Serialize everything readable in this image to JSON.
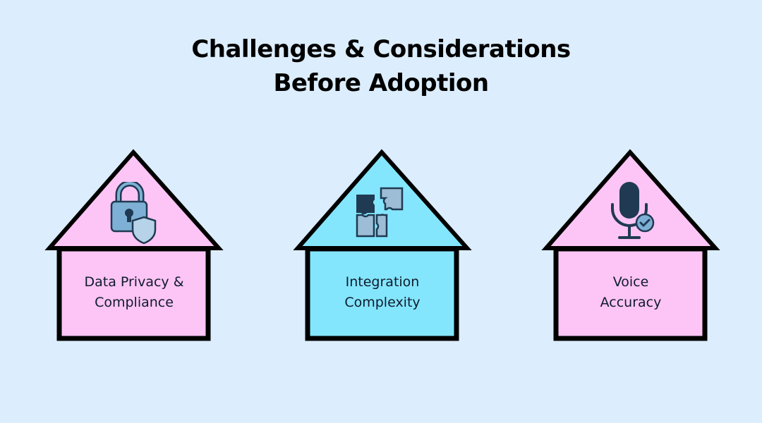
{
  "title": {
    "line1": "Challenges & Considerations",
    "line2": "Before Adoption"
  },
  "colors": {
    "background": "#dcedfd",
    "pink": "#fdc5f5",
    "cyan": "#84e6fd",
    "outline": "#000000",
    "icon_dark": "#1f3a52",
    "icon_light": "#7eb0d6"
  },
  "houses": [
    {
      "label_line1": "Data Privacy &",
      "label_line2": "Compliance",
      "icon": "lock-shield-icon",
      "fill": "#fdc5f5"
    },
    {
      "label_line1": "Integration",
      "label_line2": "Complexity",
      "icon": "puzzle-pieces-icon",
      "fill": "#84e6fd"
    },
    {
      "label_line1": "Voice",
      "label_line2": "Accuracy",
      "icon": "microphone-check-icon",
      "fill": "#fdc5f5"
    }
  ]
}
